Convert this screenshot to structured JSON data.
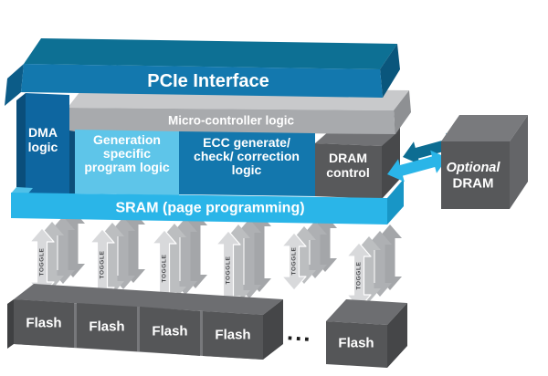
{
  "colors": {
    "pcie_blue": "#1378AE",
    "pcie_top_teal": "#0D7094",
    "dark_navy": "#0B5080",
    "dma_blue": "#0E66A0",
    "light_blue": "#5EC5E9",
    "ecc_blue": "#1377AD",
    "cyan": "#2AB5E8",
    "teal_arrow": "#0D6D92",
    "gray_slab": "#A8AAAD",
    "gray_slab_top": "#C8C9CB",
    "dark_gray": "#58595B",
    "flash_gray": "#555658",
    "toggle_gray": "#D8D9DB",
    "text_white": "#FFFFFF"
  },
  "controller": {
    "pcie_label": "PCIe Interface",
    "micro_label": "Micro-controller logic",
    "dma_lines": [
      "DMA",
      "logic"
    ],
    "gen_lines": [
      "Generation",
      "specific",
      "program logic"
    ],
    "ecc_lines": [
      "ECC generate/",
      "check/ correction",
      "logic"
    ],
    "dram_ctrl_lines": [
      "DRAM",
      "control"
    ],
    "sram_label": "SRAM (page programming)"
  },
  "interconnect": {
    "toggle_labels": [
      "TOGGLE",
      "TOGGLE",
      "TOGGLE",
      "TOGGLE",
      "TOGGLE",
      "TOGGLE"
    ]
  },
  "memory": {
    "optional_dram_lines": [
      "Optional",
      "DRAM"
    ],
    "flash_labels": [
      "Flash",
      "Flash",
      "Flash",
      "Flash",
      "Flash"
    ],
    "ellipsis": "..."
  }
}
